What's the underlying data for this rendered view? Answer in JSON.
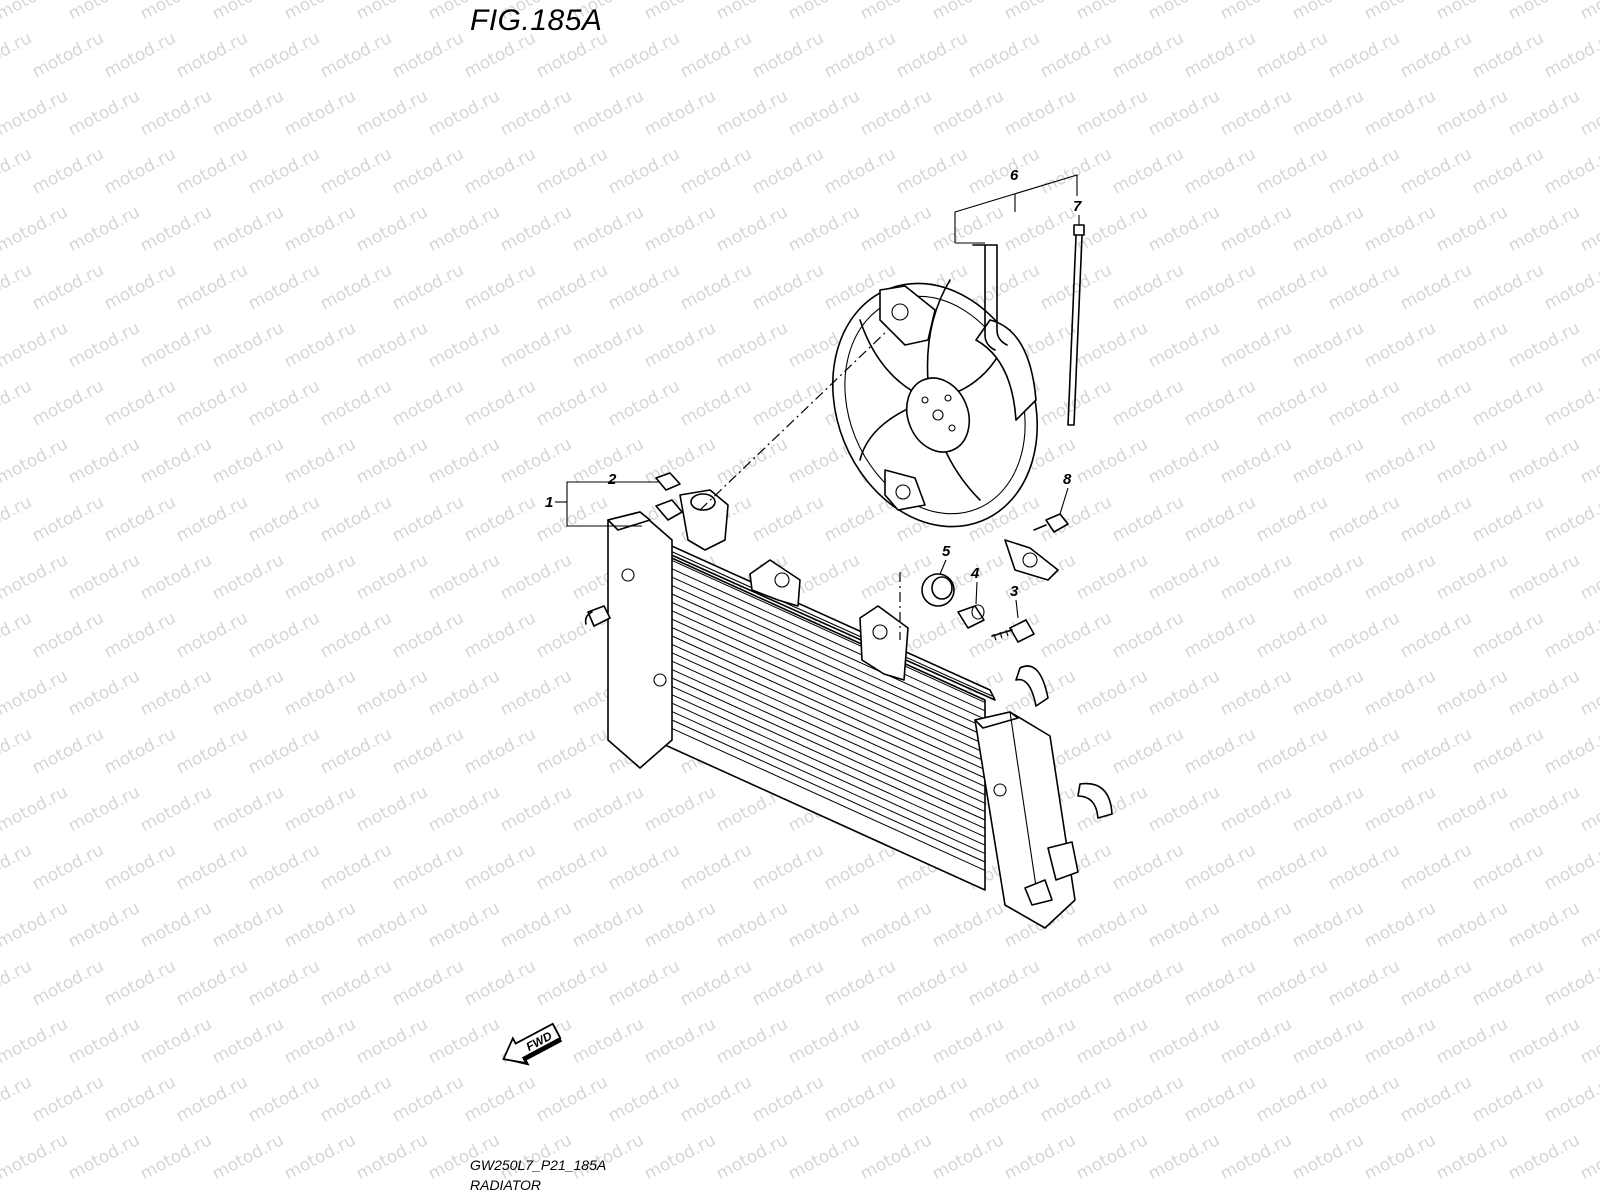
{
  "figure": {
    "title": "FIG.185A",
    "code": "GW250L7_P21_185A",
    "name": "RADIATOR"
  },
  "watermark": {
    "text": "motod.ru",
    "color": "#d6d6d6"
  },
  "callouts": [
    "1",
    "2",
    "3",
    "4",
    "5",
    "6",
    "7",
    "8"
  ],
  "fwd_label": "FWD",
  "colors": {
    "line": "#000000",
    "background": "#ffffff"
  }
}
